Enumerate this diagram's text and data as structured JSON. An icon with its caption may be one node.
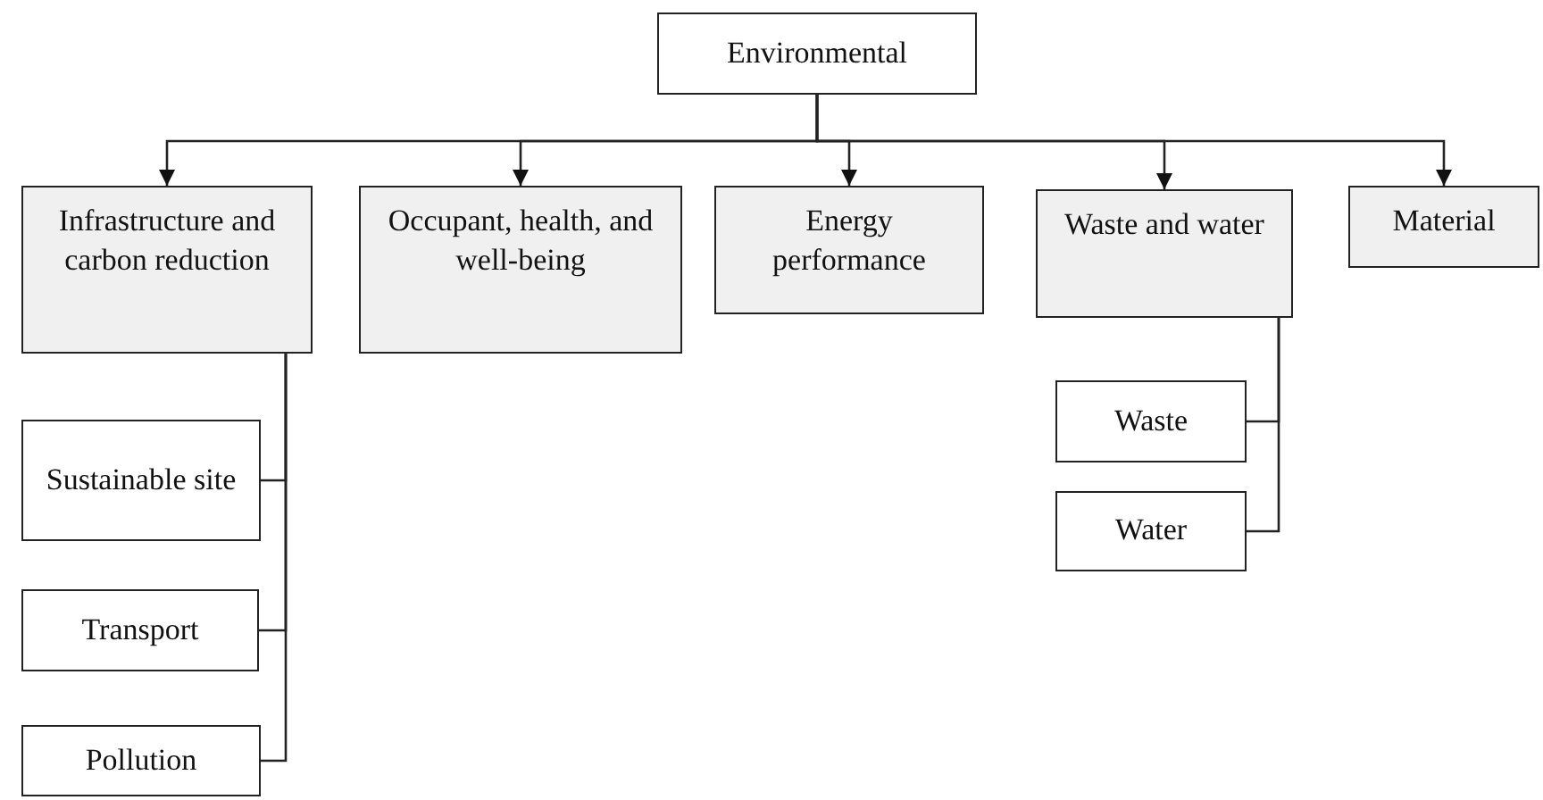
{
  "diagram": {
    "nodes": [
      {
        "text": [
          "Environmental"
        ]
      },
      {
        "text": [
          "Infrastructure and carbon reduction"
        ]
      },
      {
        "text": [
          "Occupant, health, and well-being"
        ]
      },
      {
        "text": [
          "Energy performance"
        ]
      },
      {
        "text": [
          "Waste and water"
        ]
      },
      {
        "text": [
          "Material"
        ]
      },
      {
        "text": [
          "Sustainable site"
        ]
      },
      {
        "text": [
          "Transport"
        ]
      },
      {
        "text": [
          "Pollution"
        ]
      },
      {
        "text": [
          "Waste"
        ]
      },
      {
        "text": [
          "Water"
        ]
      }
    ],
    "edges": [
      {
        "from": 0,
        "to": 1,
        "arrow": "to"
      },
      {
        "from": 0,
        "to": 2,
        "arrow": "to"
      },
      {
        "from": 0,
        "to": 3,
        "arrow": "to"
      },
      {
        "from": 0,
        "to": 4,
        "arrow": "to"
      },
      {
        "from": 0,
        "to": 5,
        "arrow": "to"
      },
      {
        "from": 1,
        "to": 6,
        "arrow": "none"
      },
      {
        "from": 1,
        "to": 7,
        "arrow": "none"
      },
      {
        "from": 1,
        "to": 8,
        "arrow": "none"
      },
      {
        "from": 4,
        "to": 9,
        "arrow": "none"
      },
      {
        "from": 4,
        "to": 10,
        "arrow": "none"
      }
    ]
  }
}
